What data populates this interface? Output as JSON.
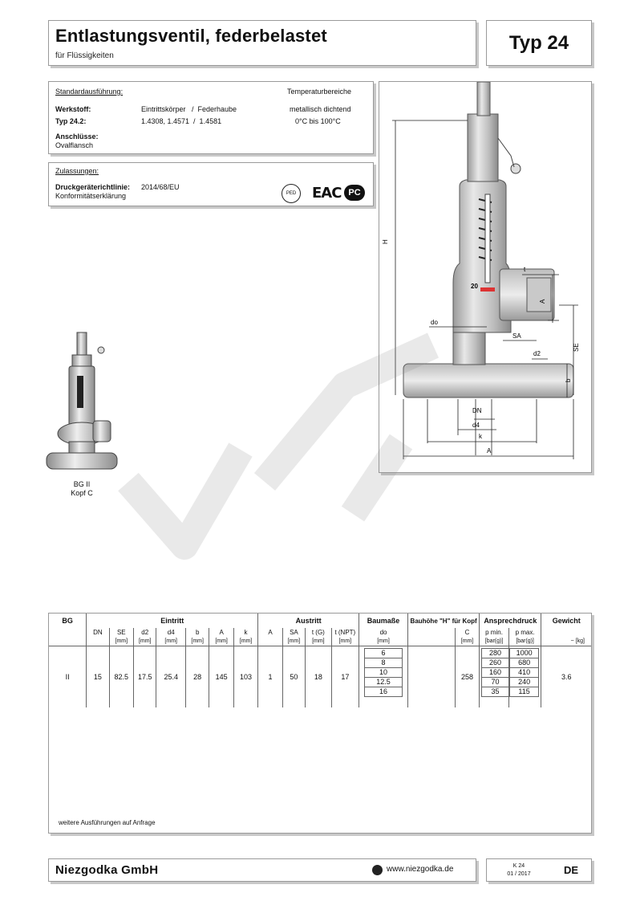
{
  "header": {
    "title": "Entlastungsventil, federbelastet",
    "subtitle": "für Flüssigkeiten",
    "type_label": "Typ 24"
  },
  "standard": {
    "heading": "Standardausführung:",
    "temp_heading": "Temperaturbereiche",
    "material_label": "Werkstoff:",
    "material_cols": "Eintrittskörper   /  Federhaube",
    "material_note": "metallisch dichtend",
    "type_label": "Typ 24.2:",
    "type_value": "1.4308, 1.4571  /  1.4581",
    "temp_value": "0°C bis 100°C",
    "connections_label": "Anschlüsse:",
    "connections_value": "Ovalflansch"
  },
  "approvals": {
    "heading": "Zulassungen:",
    "label_line1": "Druckgeräterichtlinie:",
    "label_line2": "Konformitätserklärung",
    "value": "2014/68/EU",
    "ped_text": "PED",
    "eac_text": "EAC",
    "ce_text": "PC"
  },
  "thumbnail": {
    "caption_line1": "BG II",
    "caption_line2": "Kopf C"
  },
  "drawing": {
    "labels": {
      "H": "H",
      "t": "t",
      "A_right": "A",
      "do": "do",
      "SA": "SA",
      "d2": "d2",
      "SE": "SE",
      "b": "b",
      "DN": "DN",
      "d4": "d4",
      "k": "k",
      "A_bottom": "A",
      "size_mark": "20"
    }
  },
  "table": {
    "group_headers": {
      "bg": "BG",
      "inlet": "Eintritt",
      "outlet": "Austritt",
      "dims": "Baumaße",
      "height": "Bauhöhe \"H\" für Kopf",
      "pressure": "Ansprechdruck",
      "weight": "Gewicht"
    },
    "col_headers": [
      "DN",
      "SE",
      "d2",
      "d4",
      "b",
      "A",
      "k",
      "A",
      "SA",
      "t (G)",
      "t (NPT)",
      "do",
      "C",
      "p min.",
      "p max."
    ],
    "units": [
      "[mm]",
      "[mm]",
      "[mm]",
      "[mm]",
      "[mm]",
      "[mm]",
      "[mm]",
      "[mm]",
      "[mm]",
      "[mm]",
      "[mm]",
      "[bar(g)]",
      "[bar(g)]",
      "~ [kg]"
    ],
    "row": {
      "bg": "II",
      "dn": "15",
      "se": "82.5",
      "d2": "17.5",
      "d4": "25.4",
      "b": "28",
      "a_in": "145",
      "k": "103",
      "a_out": "1",
      "sa": "50",
      "t_g": "18",
      "t_npt": "17",
      "c": "258",
      "weight": "3.6"
    },
    "do_values": [
      "6",
      "8",
      "10",
      "12.5",
      "16"
    ],
    "p_min": [
      "280",
      "260",
      "160",
      "70",
      "35"
    ],
    "p_max": [
      "1000",
      "680",
      "410",
      "240",
      "115"
    ],
    "footnote": "weitere Ausführungen auf Anfrage"
  },
  "footer": {
    "brand": "Niezgodka GmbH",
    "website": "www.niezgodka.de",
    "code_line1": "K 24",
    "code_line2": "01 / 2017",
    "lang": "DE"
  }
}
